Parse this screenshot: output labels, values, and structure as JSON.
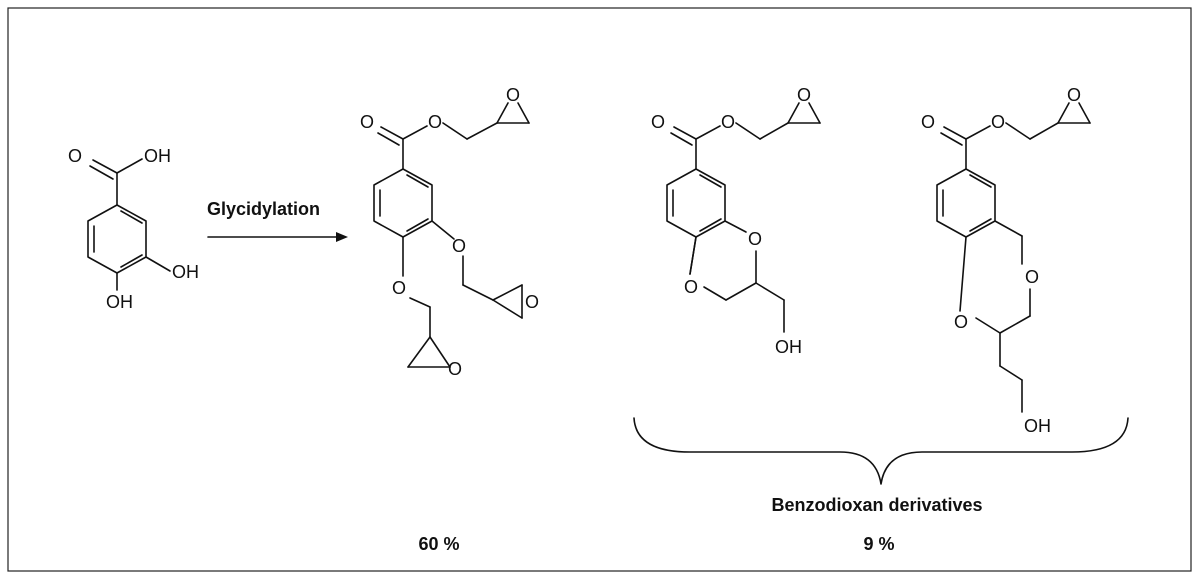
{
  "reaction": {
    "label": "Glycidylation"
  },
  "atoms": {
    "o": "O",
    "oh": "OH"
  },
  "yields": {
    "main_product": "60 %",
    "benzodioxan": "9 %"
  },
  "group_label": "Benzodioxan derivatives"
}
